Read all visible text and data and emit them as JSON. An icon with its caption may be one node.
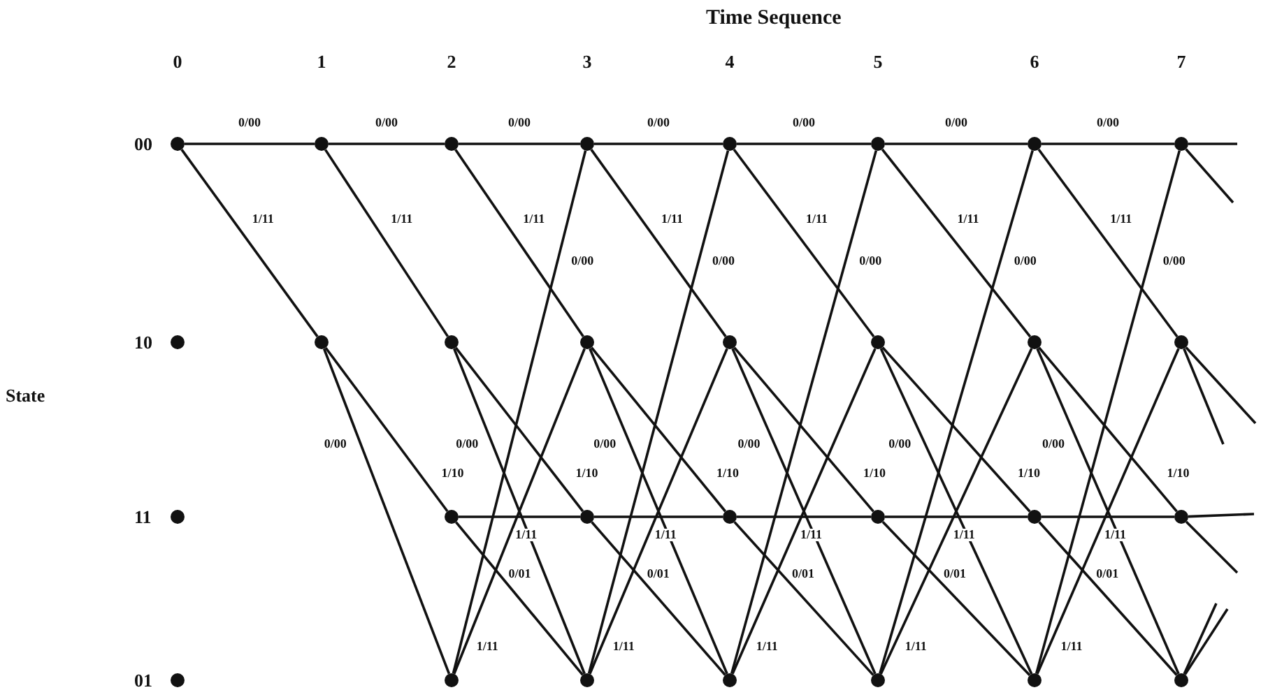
{
  "diagram": {
    "title": "Time Sequence",
    "nodes": [
      {
        "text": [],
        "shape": "circle"
      },
      {
        "text": [],
        "shape": "circle"
      },
      {
        "text": [],
        "shape": "circle"
      },
      {
        "text": [],
        "shape": "circle"
      },
      {
        "text": [],
        "shape": "circle"
      },
      {
        "text": [],
        "shape": "circle"
      },
      {
        "text": [],
        "shape": "circle"
      },
      {
        "text": [],
        "shape": "circle"
      },
      {
        "text": [],
        "shape": "circle"
      },
      {
        "text": [],
        "shape": "circle"
      },
      {
        "text": [],
        "shape": "circle"
      },
      {
        "text": [],
        "shape": "circle"
      },
      {
        "text": [],
        "shape": "circle"
      },
      {
        "text": [],
        "shape": "circle"
      },
      {
        "text": [],
        "shape": "circle"
      },
      {
        "text": [],
        "shape": "circle"
      },
      {
        "text": [],
        "shape": "circle"
      },
      {
        "text": [],
        "shape": "circle"
      },
      {
        "text": [],
        "shape": "circle"
      },
      {
        "text": [],
        "shape": "circle"
      },
      {
        "text": [],
        "shape": "circle"
      },
      {
        "text": [],
        "shape": "circle"
      },
      {
        "text": [],
        "shape": "circle"
      },
      {
        "text": [],
        "shape": "circle"
      },
      {
        "text": [],
        "shape": "circle"
      },
      {
        "text": [],
        "shape": "circle"
      },
      {
        "text": [],
        "shape": "circle"
      },
      {
        "text": [],
        "shape": "circle"
      },
      {
        "text": [],
        "shape": "circle"
      },
      {
        "text": [],
        "shape": "circle"
      }
    ],
    "edges": [
      {
        "from": 0,
        "to": 4,
        "arrow": "none",
        "label": "0/00"
      },
      {
        "from": 0,
        "to": 5,
        "arrow": "none",
        "label": "1/11"
      },
      {
        "from": 4,
        "to": 6,
        "arrow": "none",
        "label": "0/00"
      },
      {
        "from": 4,
        "to": 7,
        "arrow": "none",
        "label": "1/11"
      },
      {
        "from": 5,
        "to": 9,
        "arrow": "none",
        "label": "0/00"
      },
      {
        "from": 5,
        "to": 8,
        "arrow": "none",
        "label": "1/10"
      },
      {
        "from": 6,
        "to": 10,
        "arrow": "none",
        "label": "0/00"
      },
      {
        "from": 6,
        "to": 11,
        "arrow": "none",
        "label": "1/11"
      },
      {
        "from": 7,
        "to": 13,
        "arrow": "none",
        "label": "0/00"
      },
      {
        "from": 7,
        "to": 12,
        "arrow": "none",
        "label": "1/10"
      },
      {
        "from": 8,
        "to": 12,
        "arrow": "none",
        "label": "1/11"
      },
      {
        "from": 8,
        "to": 13,
        "arrow": "none",
        "label": "0/01"
      },
      {
        "from": 9,
        "to": 10,
        "arrow": "none",
        "label": "0/00"
      },
      {
        "from": 9,
        "to": 11,
        "arrow": "none",
        "label": "1/11"
      },
      {
        "from": 10,
        "to": 14,
        "arrow": "none",
        "label": "0/00"
      },
      {
        "from": 10,
        "to": 15,
        "arrow": "none",
        "label": "1/11"
      },
      {
        "from": 11,
        "to": 17,
        "arrow": "none",
        "label": "0/00"
      },
      {
        "from": 11,
        "to": 16,
        "arrow": "none",
        "label": "1/10"
      },
      {
        "from": 12,
        "to": 16,
        "arrow": "none",
        "label": "1/11"
      },
      {
        "from": 12,
        "to": 17,
        "arrow": "none",
        "label": "0/01"
      },
      {
        "from": 13,
        "to": 14,
        "arrow": "none",
        "label": "0/00"
      },
      {
        "from": 13,
        "to": 15,
        "arrow": "none",
        "label": "1/11"
      },
      {
        "from": 14,
        "to": 18,
        "arrow": "none",
        "label": "0/00"
      },
      {
        "from": 14,
        "to": 19,
        "arrow": "none",
        "label": "1/11"
      },
      {
        "from": 15,
        "to": 21,
        "arrow": "none",
        "label": "0/00"
      },
      {
        "from": 15,
        "to": 20,
        "arrow": "none",
        "label": "1/10"
      },
      {
        "from": 16,
        "to": 20,
        "arrow": "none",
        "label": "1/11"
      },
      {
        "from": 16,
        "to": 21,
        "arrow": "none",
        "label": "0/01"
      },
      {
        "from": 17,
        "to": 18,
        "arrow": "none",
        "label": "0/00"
      },
      {
        "from": 17,
        "to": 19,
        "arrow": "none",
        "label": "1/11"
      },
      {
        "from": 18,
        "to": 22,
        "arrow": "none",
        "label": "0/00"
      },
      {
        "from": 18,
        "to": 23,
        "arrow": "none",
        "label": "1/11"
      },
      {
        "from": 19,
        "to": 25,
        "arrow": "none",
        "label": "0/00"
      },
      {
        "from": 19,
        "to": 24,
        "arrow": "none",
        "label": "1/10"
      },
      {
        "from": 20,
        "to": 24,
        "arrow": "none",
        "label": "1/11"
      },
      {
        "from": 20,
        "to": 25,
        "arrow": "none",
        "label": "0/01"
      },
      {
        "from": 21,
        "to": 22,
        "arrow": "none",
        "label": "0/00"
      },
      {
        "from": 21,
        "to": 23,
        "arrow": "none",
        "label": "1/11"
      },
      {
        "from": 22,
        "to": 26,
        "arrow": "none",
        "label": "0/00"
      },
      {
        "from": 22,
        "to": 27,
        "arrow": "none",
        "label": "1/11"
      },
      {
        "from": 23,
        "to": 29,
        "arrow": "none",
        "label": "0/00"
      },
      {
        "from": 23,
        "to": 28,
        "arrow": "none",
        "label": "1/10"
      },
      {
        "from": 24,
        "to": 28,
        "arrow": "none",
        "label": "1/11"
      },
      {
        "from": 24,
        "to": 29,
        "arrow": "none",
        "label": "0/01"
      },
      {
        "from": 25,
        "to": 26,
        "arrow": "none",
        "label": "0/00"
      },
      {
        "from": 25,
        "to": 27,
        "arrow": "none",
        "label": "1/11"
      },
      {
        "from": 26,
        "to": null,
        "arrow": "none"
      },
      {
        "from": 26,
        "to": null,
        "arrow": "none"
      },
      {
        "from": 27,
        "to": null,
        "arrow": "none"
      },
      {
        "from": 27,
        "to": null,
        "arrow": "none"
      },
      {
        "from": 28,
        "to": null,
        "arrow": "none"
      },
      {
        "from": 28,
        "to": null,
        "arrow": "none"
      },
      {
        "from": 29,
        "to": null,
        "arrow": "none"
      },
      {
        "from": 29,
        "to": null,
        "arrow": "none"
      }
    ],
    "labels": [
      "0",
      "1",
      "2",
      "3",
      "4",
      "5",
      "6",
      "7",
      "00",
      "10",
      "State",
      "11",
      "01"
    ]
  }
}
